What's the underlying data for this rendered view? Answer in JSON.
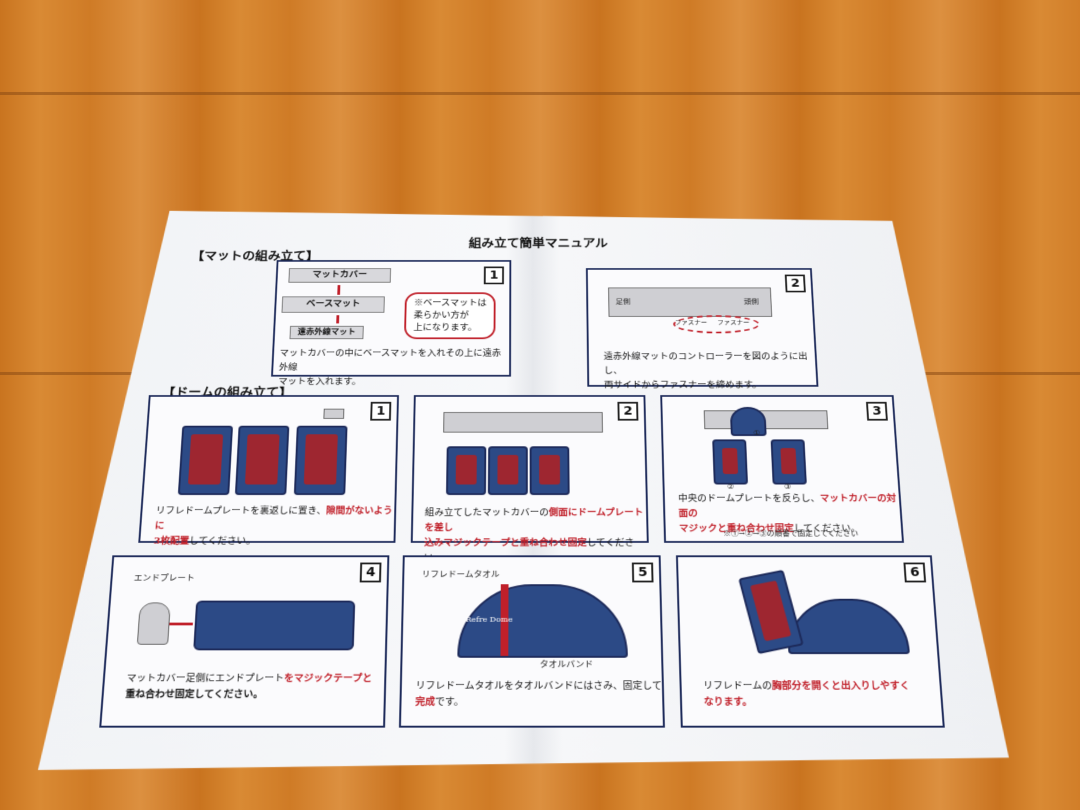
{
  "manual": {
    "title": "組み立て簡単マニュアル",
    "mat_section": "【マットの組み立て】",
    "dome_section": "【ドームの組み立て】"
  },
  "mat_step1": {
    "num": "1",
    "label_cover": "マットカバー",
    "label_base": "ベースマット",
    "label_far": "遠赤外線マット",
    "callout": [
      "※ベースマットは",
      "柔らかい方が",
      "上になります。"
    ],
    "caption": [
      "マットカバーの中にベースマットを入れその上に遠赤外線",
      "マットを入れます。"
    ]
  },
  "mat_step2": {
    "num": "2",
    "left_tag": "足側",
    "right_tag": "頭側",
    "zip_left": "ファスナー",
    "zip_right": "ファスナー",
    "caption": [
      "遠赤外線マットのコントローラーを図のように出し、",
      "両サイドからファスナーを締めます。"
    ]
  },
  "dome_step1": {
    "num": "1",
    "caption_a": "リフレドームプレートを裏返しに置き、",
    "caption_red": "隙間がないように",
    "caption_b": "3枚配置",
    "caption_c": "してください。"
  },
  "dome_step2": {
    "num": "2",
    "caption_a": "組み立てしたマットカバーの",
    "caption_red": "側面にドームプレートを差し",
    "caption_red2": "込みマジックテープと重ね合わせ固定",
    "caption_c": "してください。"
  },
  "dome_step3": {
    "num": "3",
    "caption_a": "中央のドームプレートを反らし、",
    "caption_red": "マットカバーの対面の",
    "caption_red2": "マジックと重ね合わせ固定",
    "caption_c": "してください。",
    "note": "※①→②→③の順番で固定してください",
    "markers": [
      "①",
      "②",
      "③"
    ]
  },
  "dome_step4": {
    "num": "4",
    "label": "エンドプレート",
    "caption_a": "マットカバー足側にエンドプレート",
    "caption_red": "をマジックテープと",
    "caption_b": "重ね合わせ固定してください。"
  },
  "dome_step5": {
    "num": "5",
    "label_towel": "リフレドームタオル",
    "label_band": "タオルバンド",
    "logo": "Refre  Dome",
    "caption_a": "リフレドームタオルをタオルバンドにはさみ、固定して",
    "caption_red": "完成",
    "caption_c": "です。"
  },
  "dome_step6": {
    "num": "6",
    "caption_a": "リフレドームの",
    "caption_red": "胸部分を開くと出入りしやすく",
    "caption_b": "なります。"
  },
  "colors": {
    "navy": "#1d2a5a",
    "dome_blue": "#2c4a86",
    "accent_red": "#c0202a",
    "wood": "#d98a34"
  }
}
